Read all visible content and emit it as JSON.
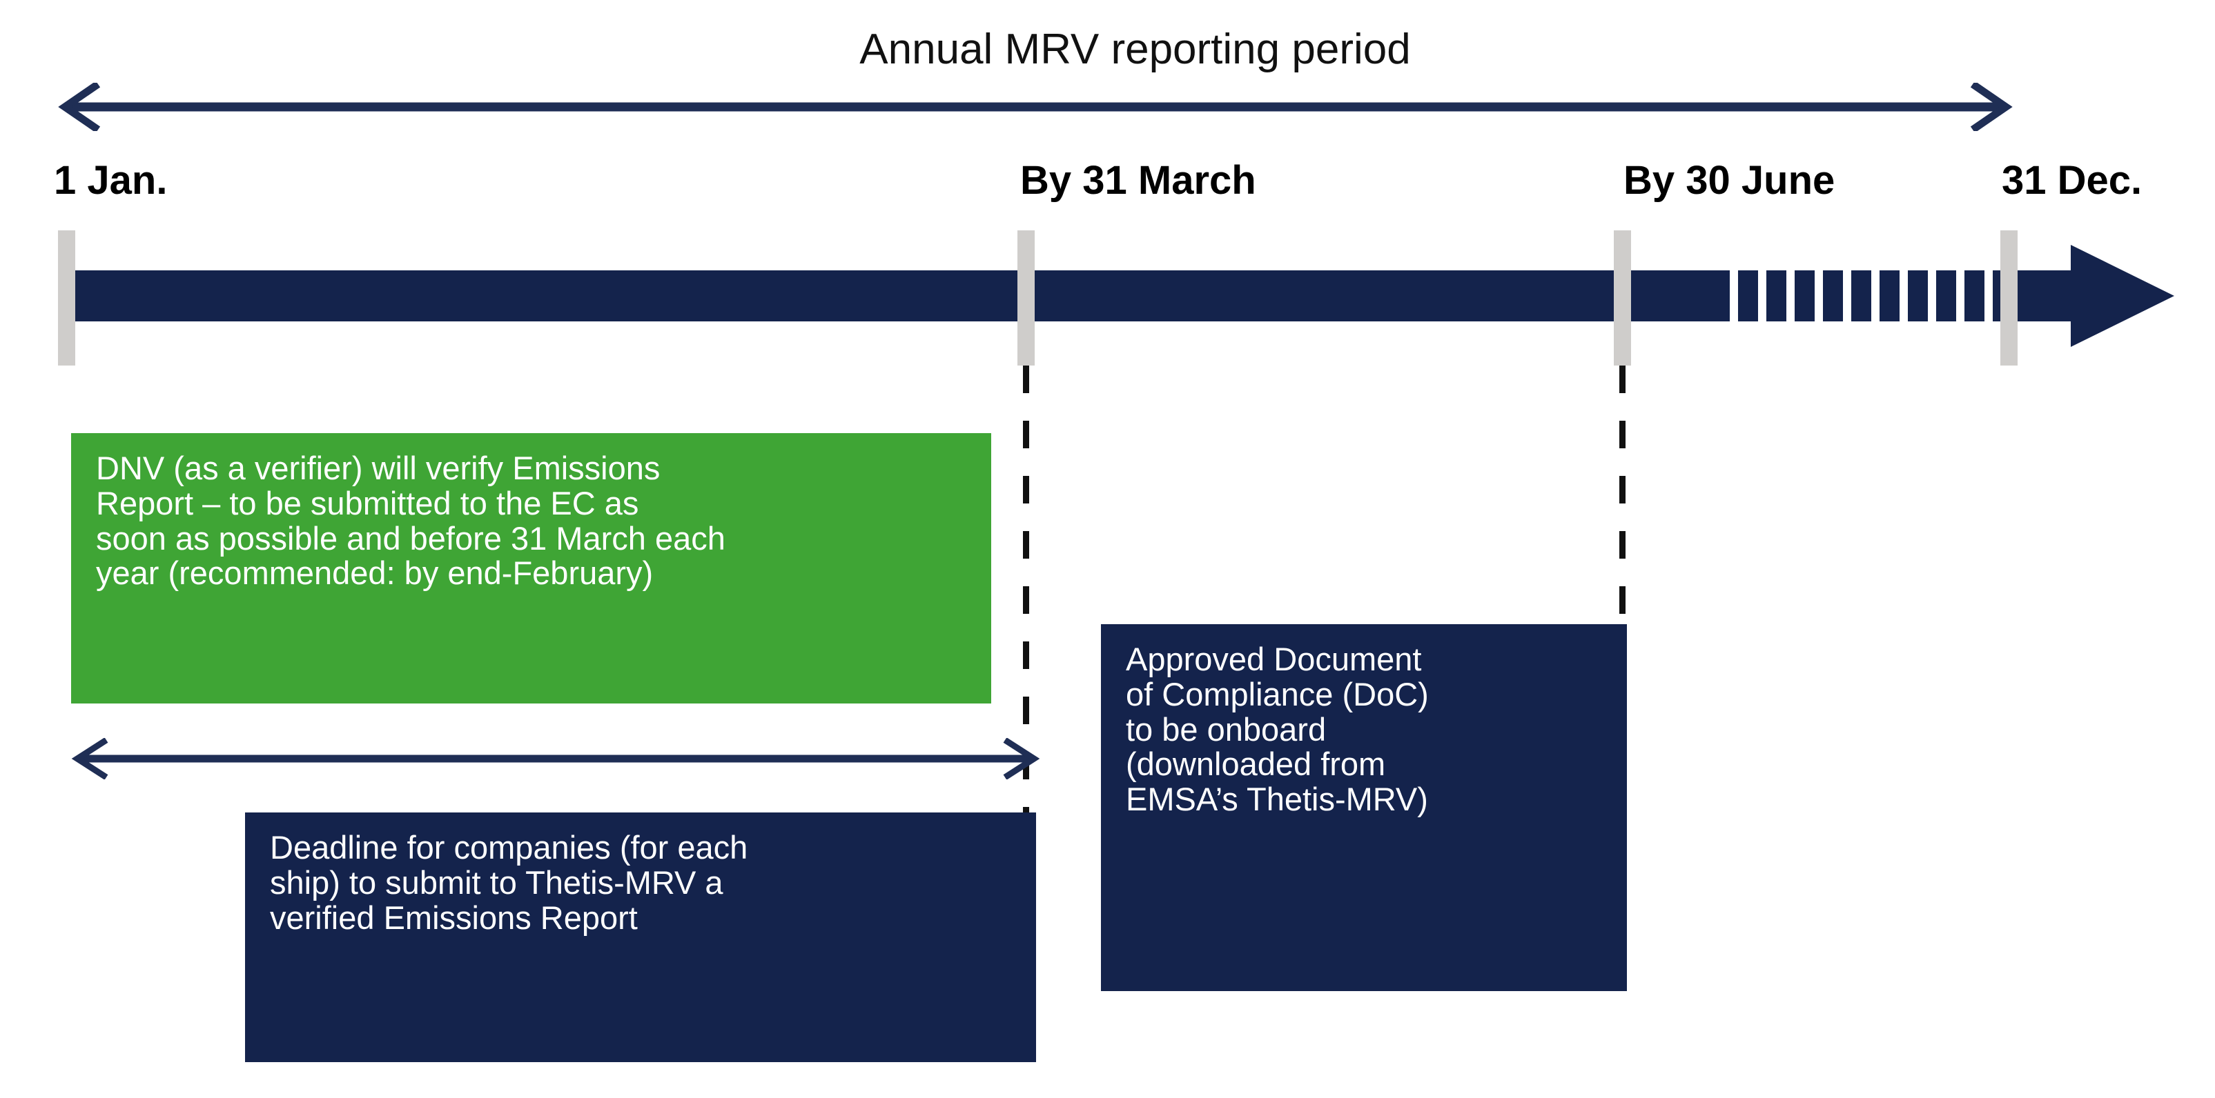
{
  "diagram": {
    "title": "Annual MRV reporting period",
    "period_arrow_label": "annual-mrv-reporting-period-span",
    "colors": {
      "navy": "#14234C",
      "green": "#3FA535",
      "tick_grey": "#cfcdcb",
      "background": "#ffffff",
      "text_dark": "#000000",
      "text_light": "#ffffff"
    },
    "milestones": [
      {
        "id": "jan-1",
        "label": "1 Jan."
      },
      {
        "id": "mar-31",
        "label": "By 31 March"
      },
      {
        "id": "jun-30",
        "label": "By 30 June"
      },
      {
        "id": "dec-31",
        "label": "31 Dec."
      }
    ],
    "callouts": {
      "verification": {
        "id": "dnv-verification-note",
        "style": "green",
        "lines": [
          "DNV (as a verifier) will verify Emissions",
          "Report – to be submitted to the EC as",
          "soon as possible and before 31 March each",
          "year (recommended: by end-February)"
        ]
      },
      "deadline": {
        "id": "company-submission-deadline",
        "style": "navy",
        "lines": [
          "Deadline for companies (for each",
          "ship) to submit to Thetis-MRV a",
          "verified Emissions Report"
        ]
      },
      "doc": {
        "id": "document-of-compliance-note",
        "style": "navy",
        "lines": [
          "Approved Document",
          "of Compliance (DoC)",
          "to be onboard",
          "(downloaded from",
          "EMSA’s Thetis-MRV)"
        ]
      }
    },
    "hatched_segment": {
      "id": "hatched-period-jun30-to-dec31",
      "stripe_count": 15
    }
  }
}
